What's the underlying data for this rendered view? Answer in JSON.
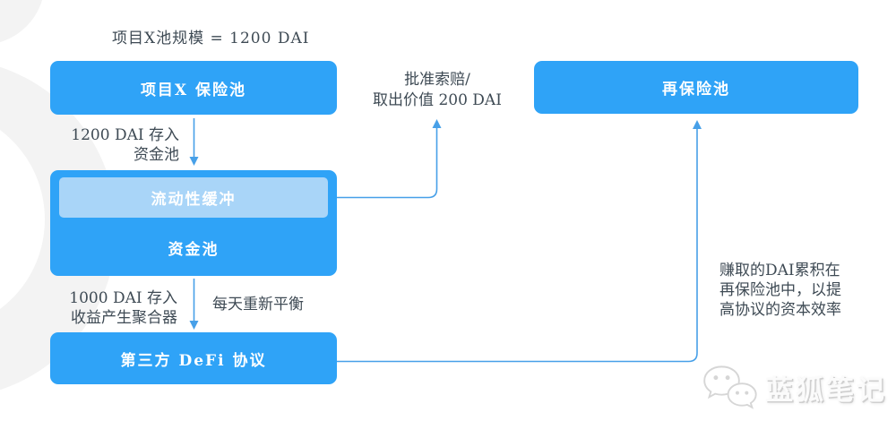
{
  "colors": {
    "accent": "#2FA3F7",
    "accent_light": "#A9D5F8",
    "line": "#47A0E8",
    "text_dark": "#3E4A54",
    "watermark_gray": "#F3F3F3",
    "background": "#FFFFFF"
  },
  "title": "项目X池规模 = 1200 DAI",
  "nodes": {
    "project_pool": "项目X 保险池",
    "liquidity_buffer": "流动性缓冲",
    "capital_pool": "资金池",
    "defi_protocol": "第三方 DeFi 协议",
    "reinsurance_pool": "再保险池"
  },
  "labels": {
    "deposit_1200_line1": "1200 DAI 存入",
    "deposit_1200_line2": "资金池",
    "deposit_1000_line1": "1000 DAI 存入",
    "deposit_1000_line2": "收益产生聚合器",
    "rebalance": "每天重新平衡",
    "claim_line1": "批准索赔/",
    "claim_line2": "取出价值 200 DAI",
    "earn_line1": "赚取的DAI累积在",
    "earn_line2": "再保险池中，以提",
    "earn_line3": "高协议的资本效率"
  },
  "watermark": {
    "brand": "蓝狐笔记",
    "logo_icon": "wechat-icon"
  }
}
